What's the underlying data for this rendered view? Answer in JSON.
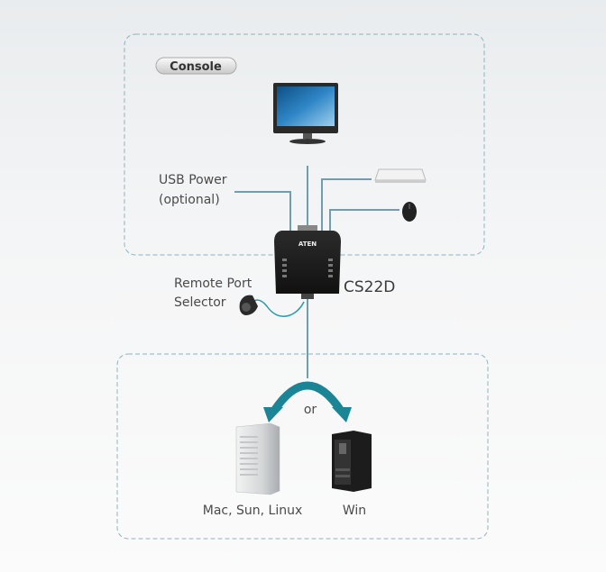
{
  "console_badge": "Console",
  "labels": {
    "usb_power": "USB Power",
    "usb_optional": "(optional)",
    "remote_port": "Remote Port",
    "selector": "Selector",
    "device": "CS22D",
    "device_logo": "ATEN",
    "or": "or",
    "computer_a": "Mac, Sun, Linux",
    "computer_b": "Win"
  },
  "colors": {
    "line": "#6f9fad",
    "arrow": "#1b8596",
    "dash": "#8fb3c0"
  }
}
